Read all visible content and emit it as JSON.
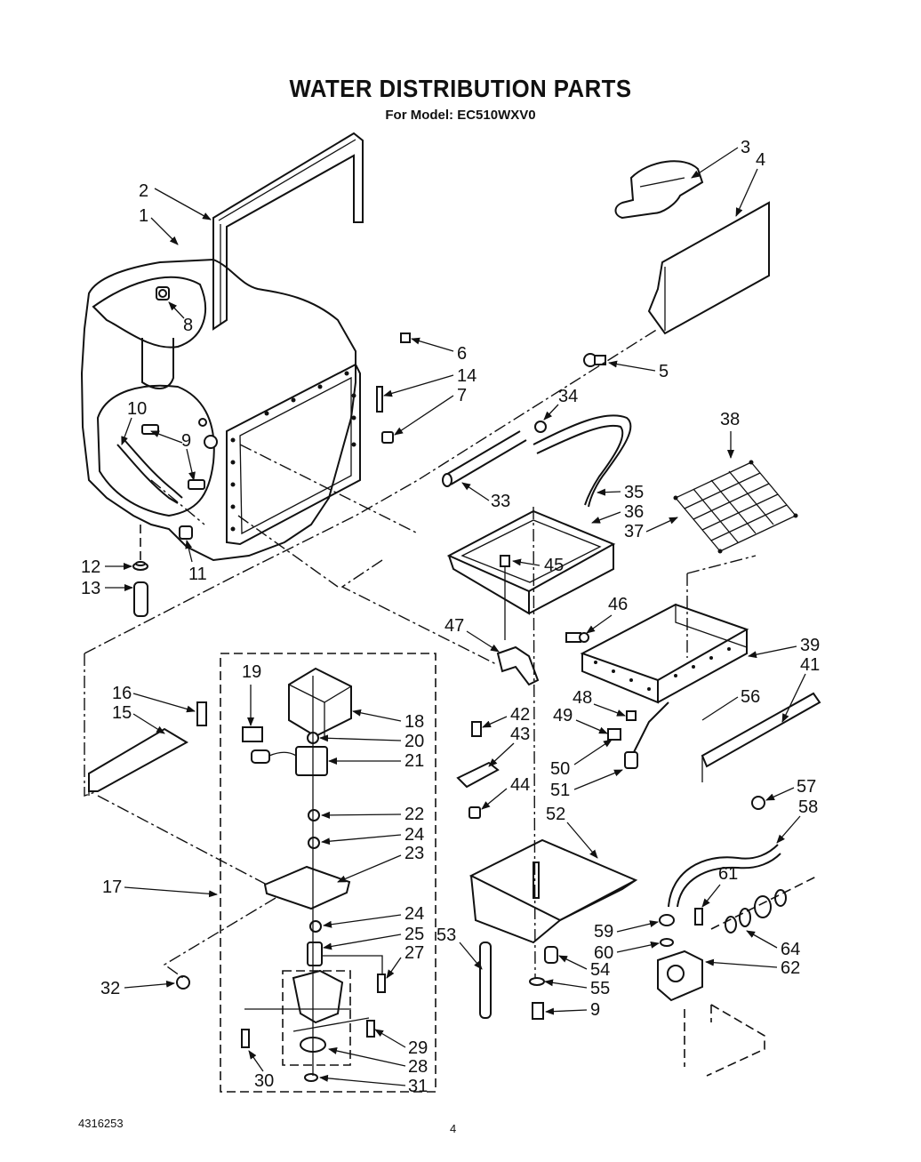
{
  "title": "WATER DISTRIBUTION PARTS",
  "subtitle": "For Model: EC510WXV0",
  "footer": {
    "doc_number": "4316253",
    "page_number": "4"
  },
  "callouts": [
    "1",
    "2",
    "3",
    "4",
    "5",
    "6",
    "7",
    "8",
    "9",
    "10",
    "11",
    "12",
    "13",
    "14",
    "15",
    "16",
    "17",
    "18",
    "19",
    "20",
    "21",
    "22",
    "23",
    "24",
    "25",
    "27",
    "28",
    "29",
    "30",
    "31",
    "32",
    "33",
    "34",
    "35",
    "36",
    "37",
    "38",
    "39",
    "41",
    "42",
    "43",
    "44",
    "45",
    "46",
    "47",
    "48",
    "49",
    "50",
    "51",
    "52",
    "53",
    "54",
    "55",
    "56",
    "57",
    "58",
    "59",
    "60",
    "61",
    "62",
    "64"
  ],
  "callout_labels": {
    "c1": "1",
    "c2": "2",
    "c3": "3",
    "c4": "4",
    "c5": "5",
    "c6": "6",
    "c7": "7",
    "c8": "8",
    "c9a": "9",
    "c9b": "9",
    "c10": "10",
    "c11": "11",
    "c12": "12",
    "c13": "13",
    "c14": "14",
    "c15": "15",
    "c16": "16",
    "c17": "17",
    "c18": "18",
    "c19": "19",
    "c20": "20",
    "c21": "21",
    "c22": "22",
    "c23": "23",
    "c24a": "24",
    "c24b": "24",
    "c25": "25",
    "c27": "27",
    "c28": "28",
    "c29": "29",
    "c30": "30",
    "c31": "31",
    "c32": "32",
    "c33": "33",
    "c34": "34",
    "c35": "35",
    "c36": "36",
    "c37": "37",
    "c38": "38",
    "c39": "39",
    "c41": "41",
    "c42": "42",
    "c43": "43",
    "c44": "44",
    "c45": "45",
    "c46": "46",
    "c47": "47",
    "c48": "48",
    "c49": "49",
    "c50": "50",
    "c51": "51",
    "c52": "52",
    "c53": "53",
    "c54": "54",
    "c55": "55",
    "c56": "56",
    "c57": "57",
    "c58": "58",
    "c59": "59",
    "c60": "60",
    "c61": "61",
    "c62": "62",
    "c64": "64"
  }
}
